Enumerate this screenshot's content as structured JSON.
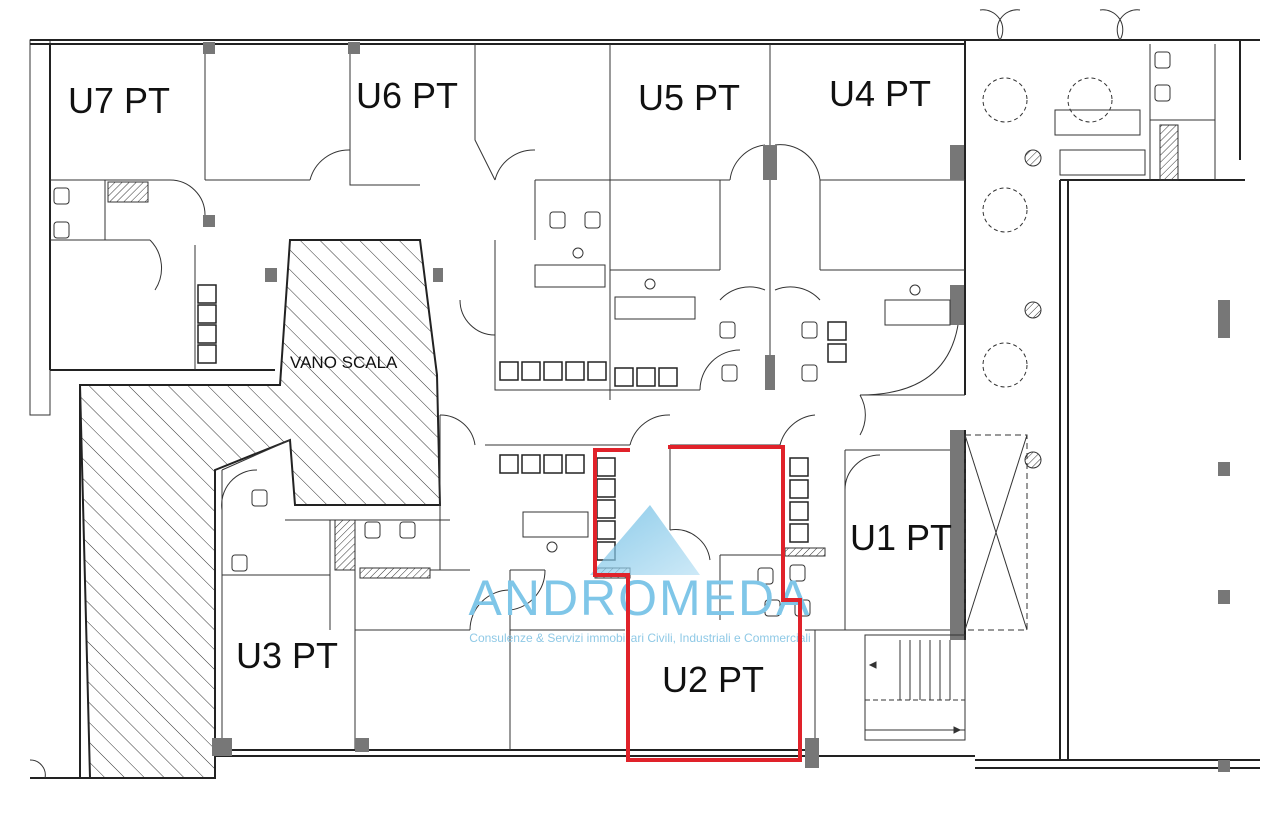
{
  "plan": {
    "units": [
      {
        "id": "u7",
        "label": "U7 PT"
      },
      {
        "id": "u6",
        "label": "U6 PT"
      },
      {
        "id": "u5",
        "label": "U5 PT"
      },
      {
        "id": "u4",
        "label": "U4 PT"
      },
      {
        "id": "u1",
        "label": "U1 PT"
      },
      {
        "id": "u3",
        "label": "U3 PT"
      },
      {
        "id": "u2",
        "label": "U2 PT"
      }
    ],
    "stair_label": "VANO SCALA",
    "highlight_color": "#e0222a"
  },
  "watermark": {
    "brand": "ANDROMEDA",
    "tagline": "Consulenze & Servizi immobiliari Civili, Industriali e Commerciali",
    "color": "#7fc6e8"
  }
}
